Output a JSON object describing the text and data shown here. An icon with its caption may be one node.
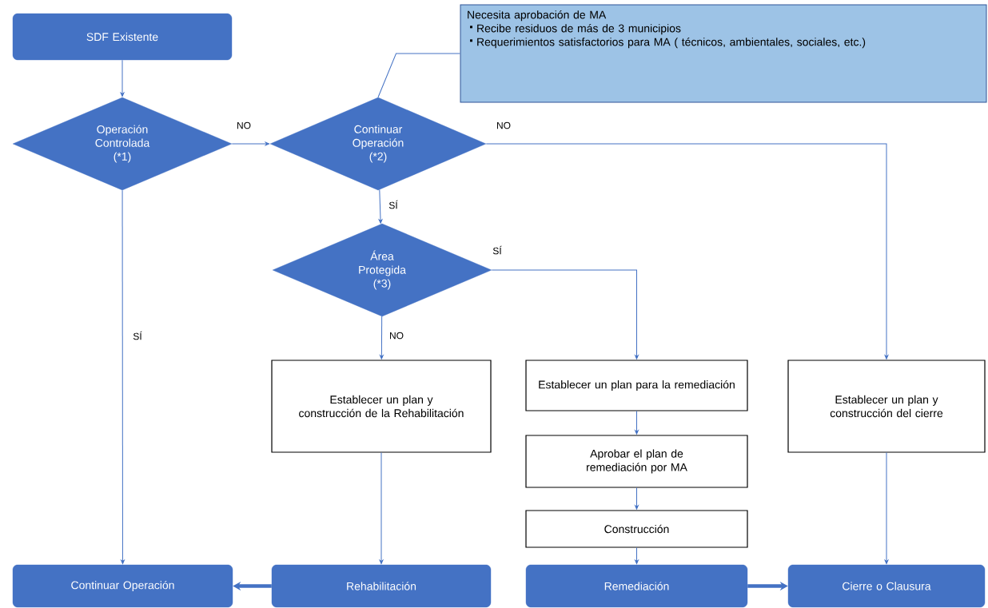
{
  "diagram": {
    "nodes": [
      {
        "text": [
          "SDF Existente"
        ]
      },
      {
        "text": [
          "Operación Controlada (*1)"
        ]
      },
      {
        "text": [
          "Continuar Operación (*2)"
        ]
      },
      {
        "text": [
          "Necesita aprobación de MA",
          "Recibe residuos de más de 3 municipios",
          "Requerimientos satisfactorios para MA ( técnicos, ambientales, sociales, etc.)"
        ]
      },
      {
        "text": [
          "Área Protegida (*3)"
        ]
      },
      {
        "text": [
          "Establecer un plan y construcción de la Rehabilitación"
        ]
      },
      {
        "text": [
          "Establecer un plan para la remediación"
        ]
      },
      {
        "text": [
          "Aprobar el plan de remediación por MA"
        ]
      },
      {
        "text": [
          "Construcción"
        ]
      },
      {
        "text": [
          "Establecer un plan y construcción del cierre"
        ]
      },
      {
        "text": [
          "Continuar Operación"
        ]
      },
      {
        "text": [
          "Rehabilitación"
        ]
      },
      {
        "text": [
          "Remediación"
        ]
      },
      {
        "text": [
          "Cierre o Clausura"
        ]
      }
    ],
    "edges": [
      {
        "from": 0,
        "to": 1,
        "arrow": "to"
      },
      {
        "from": 1,
        "to": 2,
        "arrow": "to",
        "label": "NO"
      },
      {
        "from": 2,
        "to": 9,
        "arrow": "to",
        "label": "NO"
      },
      {
        "from": 2,
        "to": 4,
        "arrow": "to",
        "label": "SÍ"
      },
      {
        "from": 1,
        "to": 10,
        "arrow": "to",
        "label": "SÍ"
      },
      {
        "from": 4,
        "to": 5,
        "arrow": "to",
        "label": "NO"
      },
      {
        "from": 4,
        "to": 6,
        "arrow": "to",
        "label": "SÍ"
      },
      {
        "from": 3,
        "to": 2,
        "arrow": "none"
      },
      {
        "from": 5,
        "to": 11,
        "arrow": "to"
      },
      {
        "from": 6,
        "to": 7,
        "arrow": "to"
      },
      {
        "from": 7,
        "to": 8,
        "arrow": "to"
      },
      {
        "from": 8,
        "to": 12,
        "arrow": "to"
      },
      {
        "from": 9,
        "to": 13,
        "arrow": "to"
      },
      {
        "from": 11,
        "to": 10,
        "arrow": "to",
        "style": "thick"
      },
      {
        "from": 12,
        "to": 13,
        "arrow": "to",
        "style": "thick"
      }
    ]
  }
}
